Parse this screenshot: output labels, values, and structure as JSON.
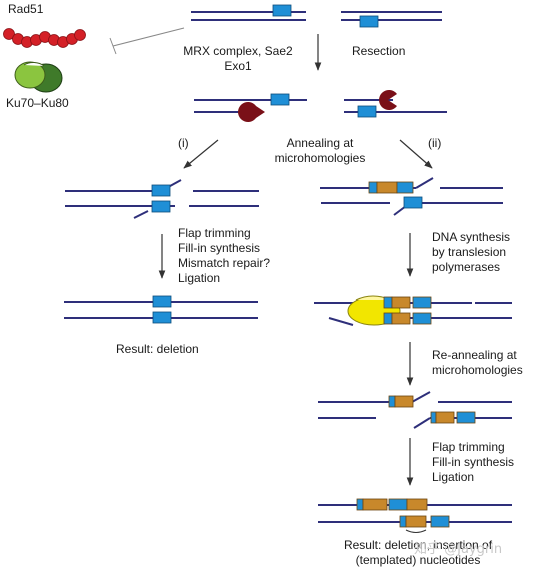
{
  "labels": {
    "rad51": "Rad51",
    "ku": "Ku70–Ku80",
    "mrx": "MRX complex, Sae2",
    "exo1": "Exo1",
    "resection": "Resection",
    "path_i": "(i)",
    "path_ii": "(ii)",
    "annealing_1": "Annealing at",
    "annealing_2": "microhomologies",
    "left_steps": [
      "Flap trimming",
      "Fill-in synthesis",
      "Mismatch repair?",
      "Ligation"
    ],
    "result_left": "Result: deletion",
    "right_steps_1": [
      "DNA synthesis",
      "by translesion",
      "polymerases"
    ],
    "reanneal": [
      "Re-annealing at",
      "microhomologies"
    ],
    "right_steps_2": [
      "Flap trimming",
      "Fill-in synthesis",
      "Ligation"
    ],
    "result_right_1": "Result: deletion, insertion of",
    "result_right_2": "(templated) nucleotides"
  },
  "watermark": "知乎 @Jaygrin",
  "colors": {
    "strand": "#2e2f7a",
    "microhomology_box": "#1f8fd6",
    "inserted_box": "#c8882b",
    "nuclease": "#7a1018",
    "rad51_beads": "#d42027",
    "ku70": "#8bc53f",
    "ku80": "#3f7a2a",
    "polymerase": "#f2e600",
    "arrow": "#333333"
  },
  "icons": [
    "rad51-bead-chain-icon",
    "ku70-ku80-heterodimer-icon",
    "mrx-nuclease-pacman-icon",
    "translesion-polymerase-icon"
  ]
}
